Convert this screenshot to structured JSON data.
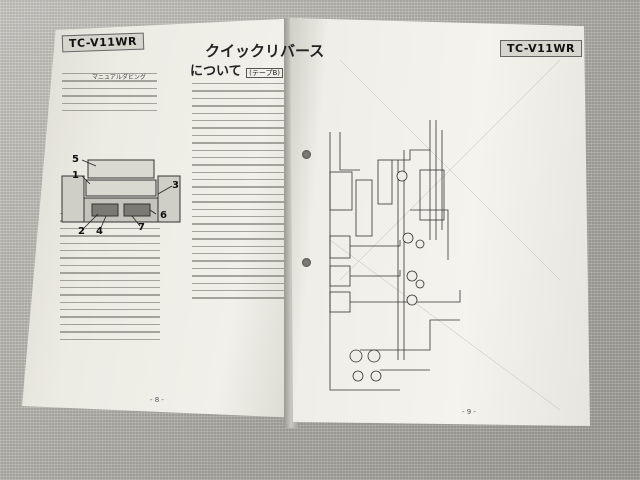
{
  "left_page": {
    "model_label": "TC-V11WR",
    "heading": "マニュアルダビング",
    "callouts": [
      "5",
      "1",
      "3",
      "6",
      "2",
      "4",
      "7"
    ],
    "page_number": "- 8 -"
  },
  "right_column_left_page": {
    "title_line1": "クイックリバース",
    "title_line2": "について",
    "title_note": "(テープB)"
  },
  "right_page": {
    "model_label": "TC-V11WR",
    "page_number": "- 9 -"
  },
  "colors": {
    "paper": "#f1f0ea",
    "ink": "#222222",
    "background_cloth": "#b9b8b2"
  }
}
